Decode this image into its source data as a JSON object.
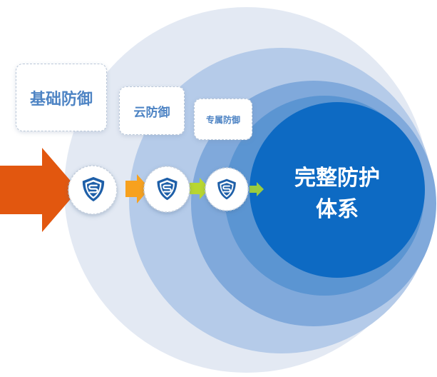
{
  "labels": {
    "basic_defense": "基础防御",
    "cloud_defense": "云防御",
    "exclusive_defense": "专属防御"
  },
  "core": {
    "line1": "完整防护",
    "line2": "体系"
  },
  "colors": {
    "ring_outer": "#e3e9f3",
    "ring_2": "#b5cbe9",
    "ring_3": "#80a9db",
    "ring_4": "#5b95d2",
    "core": "#0d6ac3",
    "big_arrow": "#e2570f",
    "arrow_orange": "#f7a11e",
    "arrow_lime": "#b8d630",
    "arrow_green": "#9ccc3e",
    "shield": "#1e5fa8"
  },
  "icons": [
    "shield-s-icon",
    "shield-s-icon",
    "shield-s-icon"
  ]
}
